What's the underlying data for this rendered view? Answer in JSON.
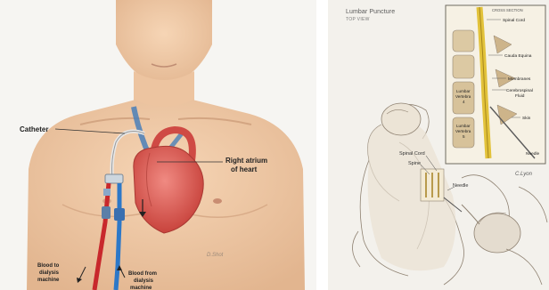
{
  "left_figure": {
    "labels": {
      "catheter": "Catheter",
      "right_atrium_line1": "Right atrium",
      "right_atrium_line2": "of heart",
      "blood_to_line1": "Blood to",
      "blood_to_line2": "dialysis",
      "blood_to_line3": "machine",
      "blood_from_line1": "Blood from",
      "blood_from_line2": "dialysis",
      "blood_from_line3": "machine"
    },
    "signature": "D.Shot"
  },
  "right_figure": {
    "title": "Lumbar Puncture",
    "subtitle": "TOP VIEW",
    "inset": {
      "title": "CROSS SECTION",
      "labels": {
        "spinal_cord": "Spinal Cord",
        "cauda_equina": "Cauda Equina",
        "membranes": "Membranes",
        "csf_line1": "Cerebrospinal",
        "csf_line2": "Fluid",
        "skin": "Skin",
        "needle": "Needle",
        "lv4_line1": "Lumbar",
        "lv4_line2": "Vertebra",
        "lv4_line3": "4",
        "lv5_line1": "Lumbar",
        "lv5_line2": "Vertebra",
        "lv5_line3": "5"
      }
    },
    "labels": {
      "spinal_cord": "Spinal Cord",
      "spine": "Spine",
      "needle": "Needle"
    },
    "signature": "C.Lyon"
  },
  "colors": {
    "skin": "#f0c9a6",
    "skin_shadow": "#dcae88",
    "heart": "#d9574f",
    "vessel_blue": "#3f7fc0",
    "catheter_red": "#c8282c",
    "catheter_blue": "#2d78c8",
    "sketch": "#8f8272",
    "cord_yellow": "#e2c23a"
  }
}
